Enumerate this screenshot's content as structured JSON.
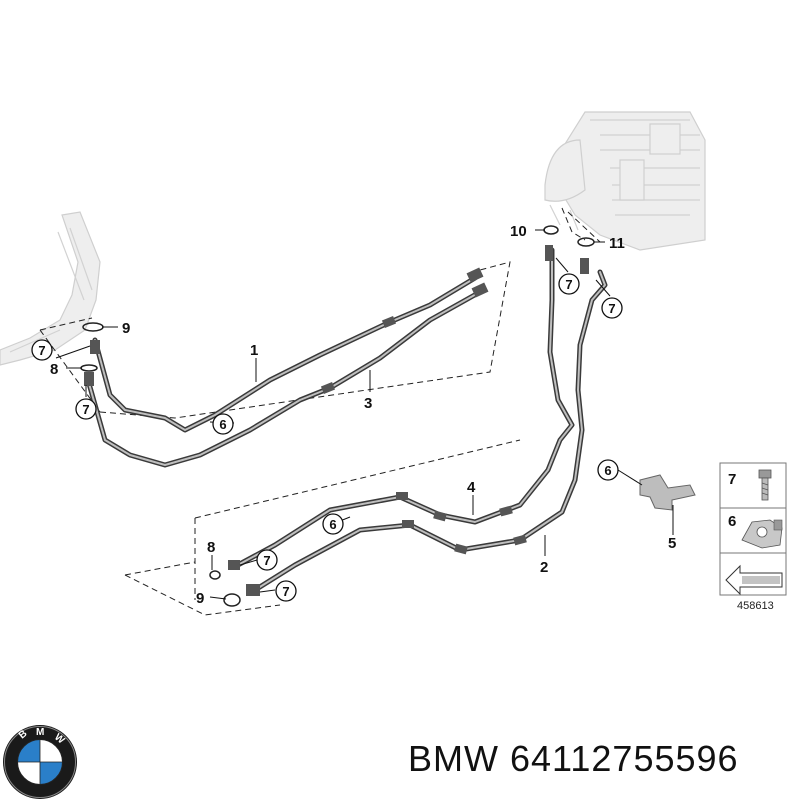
{
  "diagram_number": "458613",
  "brand": "BMW",
  "part_number": "64112755596",
  "plain_callouts": [
    {
      "id": "c1",
      "label": "1"
    },
    {
      "id": "c2",
      "label": "2"
    },
    {
      "id": "c3",
      "label": "3"
    },
    {
      "id": "c4",
      "label": "4"
    },
    {
      "id": "c5",
      "label": "5"
    },
    {
      "id": "c8a",
      "label": "8"
    },
    {
      "id": "c8b",
      "label": "8"
    },
    {
      "id": "c9a",
      "label": "9"
    },
    {
      "id": "c9b",
      "label": "9"
    },
    {
      "id": "c10",
      "label": "10"
    },
    {
      "id": "c11",
      "label": "11"
    }
  ],
  "circled_callouts": [
    {
      "id": "k7a",
      "label": "7"
    },
    {
      "id": "k7b",
      "label": "7"
    },
    {
      "id": "k6a",
      "label": "6"
    },
    {
      "id": "k7c",
      "label": "7"
    },
    {
      "id": "k7d",
      "label": "7"
    },
    {
      "id": "k6b",
      "label": "6"
    },
    {
      "id": "k7e",
      "label": "7"
    },
    {
      "id": "k7f",
      "label": "7"
    },
    {
      "id": "k6c",
      "label": "6"
    }
  ],
  "legend": {
    "items": [
      {
        "label": "7",
        "icon": "bolt-icon"
      },
      {
        "label": "6",
        "icon": "clamp-icon"
      }
    ],
    "arrow_icon": "reference-arrow-icon"
  },
  "colors": {
    "hose": "#3a3a3a",
    "ghost": "#cfcfcf",
    "text": "#111111"
  }
}
